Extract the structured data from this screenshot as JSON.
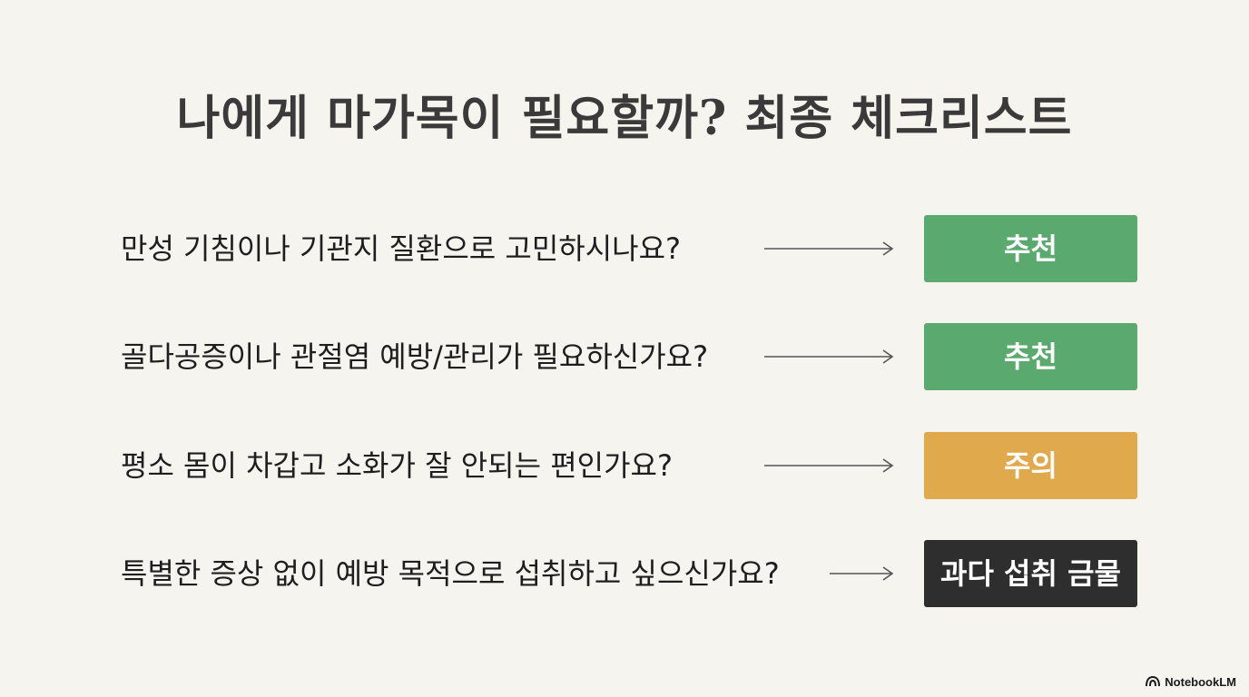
{
  "title": "나에게 마가목이 필요할까? 최종 체크리스트",
  "rows": [
    {
      "question": "만성 기침이나 기관지 질환으로 고민하시나요?",
      "badge": "추천",
      "badge_color": "#5aa96e"
    },
    {
      "question": "골다공증이나 관절염 예방/관리가 필요하신가요?",
      "badge": "추천",
      "badge_color": "#5aa96e"
    },
    {
      "question": "평소 몸이 차갑고 소화가 잘 안되는 편인가요?",
      "badge": "주의",
      "badge_color": "#e0a94c"
    },
    {
      "question": "특별한 증상 없이 예방 목적으로 섭취하고 싶으신가요?",
      "badge": "과다 섭취 금물",
      "badge_color": "#2e2e2e"
    }
  ],
  "brand": {
    "name": "NotebookLM",
    "icon": "notebooklm-logo-icon"
  }
}
